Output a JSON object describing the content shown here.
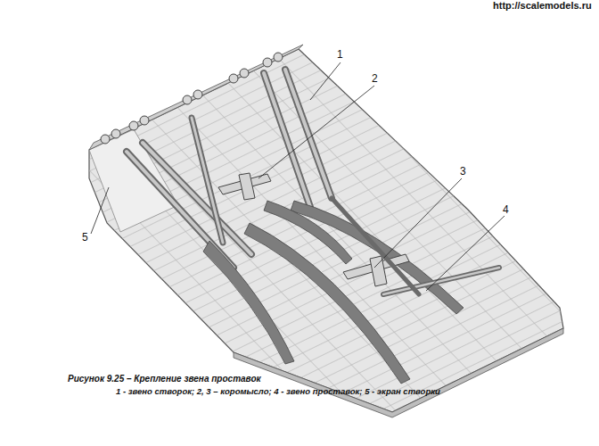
{
  "diagram": {
    "caption": "Рисунок 9.25 – Крепление звена проставок",
    "labels": [
      "1",
      "2",
      "3",
      "4",
      "5",
      "1 - звено створок; 2, 3 – коромысло; 4 - звено проставок; 5 - экран створки",
      "http://scalemodels.ru"
    ]
  }
}
